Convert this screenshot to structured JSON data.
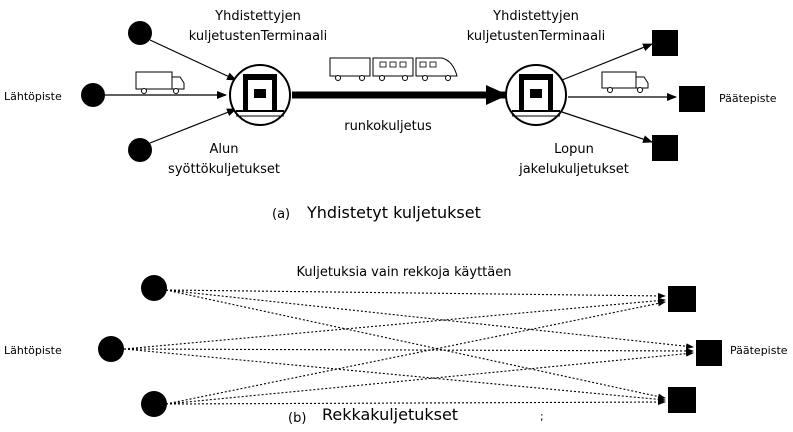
{
  "combined": {
    "terminal_left_line1": "Yhdistettyjen",
    "terminal_left_line2": "kuljetustenTerminaali",
    "terminal_right_line1": "Yhdistettyjen",
    "terminal_right_line2": "kuljetustenTerminaali",
    "origin_label": "Lähtöpiste",
    "destination_label": "Päätepiste",
    "trunk_label": "runkokuljetus",
    "feeder_line1": "Alun",
    "feeder_line2": "syöttökuljetukset",
    "distribution_line1": "Lopun",
    "distribution_line2": "jakelukuljetukset",
    "caption_letter": "(a)",
    "caption_text": "Yhdistetyt kuljetukset"
  },
  "trucking": {
    "header": "Kuljetuksia vain rekkoja käyttäen",
    "origin_label": "Lähtöpiste",
    "destination_label": "Päätepiste",
    "caption_letter": "(b)",
    "caption_text": "Rekkakuljetukset",
    "stray_mark": ";"
  },
  "colors": {
    "ink": "#000000",
    "background": "#ffffff",
    "vehicle_fill": "#ffffff"
  },
  "icons": [
    "truck-icon",
    "train-icon",
    "terminal-crane-icon"
  ]
}
